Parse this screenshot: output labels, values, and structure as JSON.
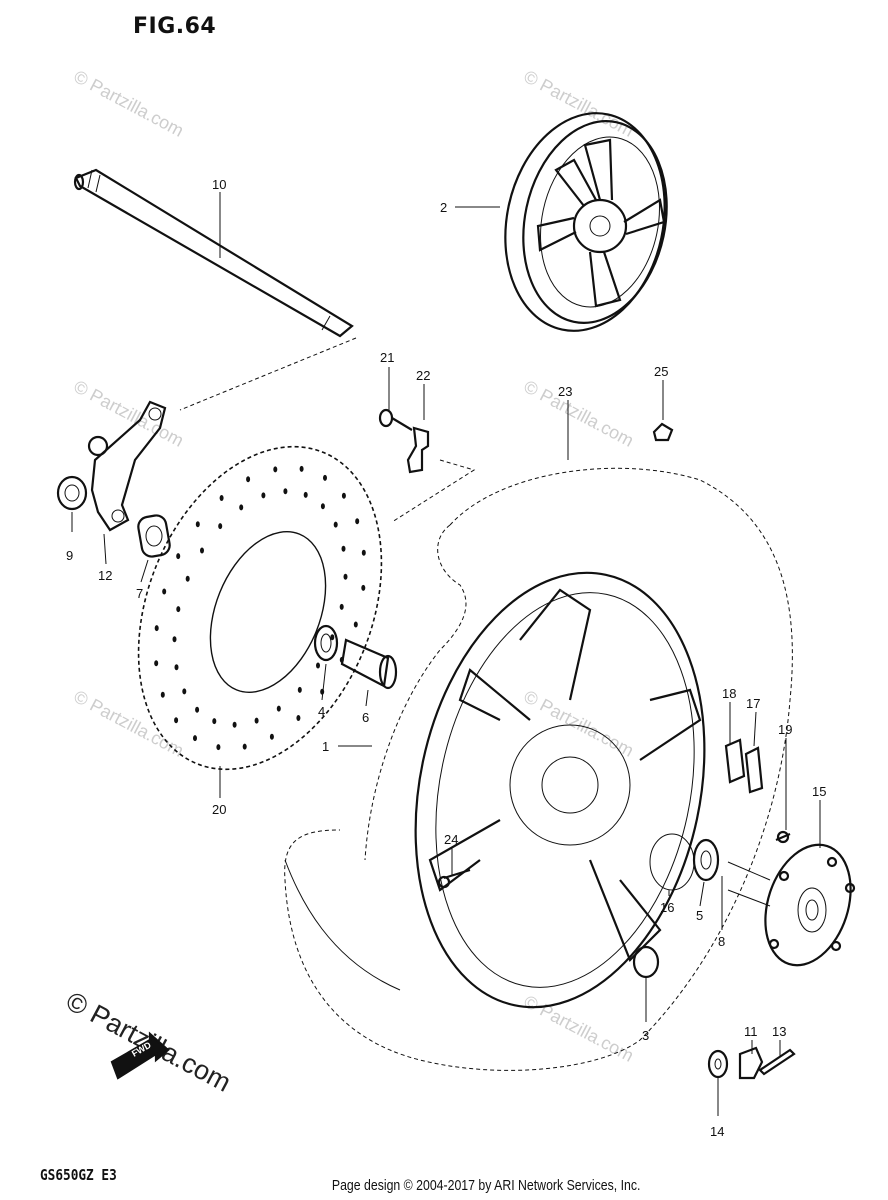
{
  "figure": {
    "title": "FIG.64",
    "model_code": "GS650GZ  E3",
    "copyright": "Page design © 2004-2017 by ARI Network Services, Inc.",
    "brand_mark": "© Partzilla.com",
    "watermark": "© Partzilla.com",
    "fwd_label": "FWD"
  },
  "callouts": [
    "1",
    "2",
    "3",
    "4",
    "5",
    "6",
    "7",
    "8",
    "9",
    "10",
    "11",
    "12",
    "13",
    "14",
    "15",
    "16",
    "17",
    "18",
    "19",
    "20",
    "21",
    "22",
    "23",
    "24",
    "25"
  ]
}
